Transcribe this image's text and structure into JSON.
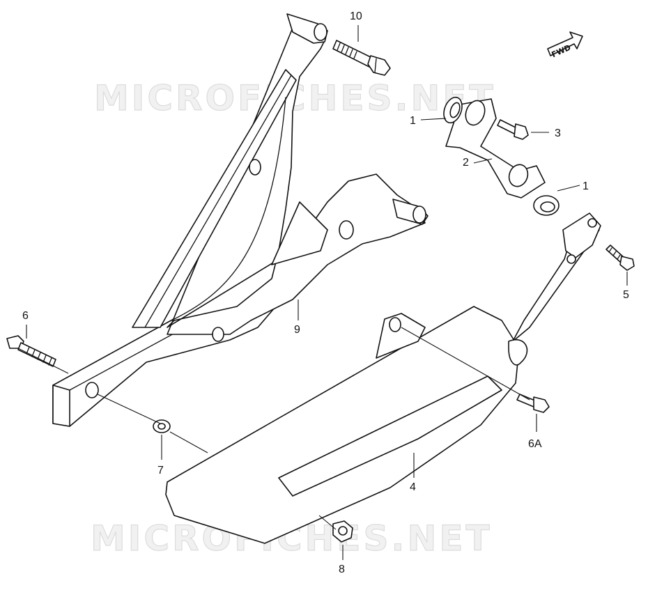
{
  "watermark": {
    "text": "MICROFICHES.NET"
  },
  "direction_badge": {
    "text": "FWD"
  },
  "callouts": [
    {
      "id": "10",
      "label": "10"
    },
    {
      "id": "1a",
      "label": "1"
    },
    {
      "id": "3",
      "label": "3"
    },
    {
      "id": "2",
      "label": "2"
    },
    {
      "id": "1b",
      "label": "1"
    },
    {
      "id": "5",
      "label": "5"
    },
    {
      "id": "9",
      "label": "9"
    },
    {
      "id": "6",
      "label": "6"
    },
    {
      "id": "6A",
      "label": "6A"
    },
    {
      "id": "7",
      "label": "7"
    },
    {
      "id": "4",
      "label": "4"
    },
    {
      "id": "8",
      "label": "8"
    }
  ],
  "colors": {
    "line": "#111111",
    "background": "#ffffff",
    "watermark_fill": "#f1f1f1",
    "watermark_stroke": "#dcdcdc"
  }
}
